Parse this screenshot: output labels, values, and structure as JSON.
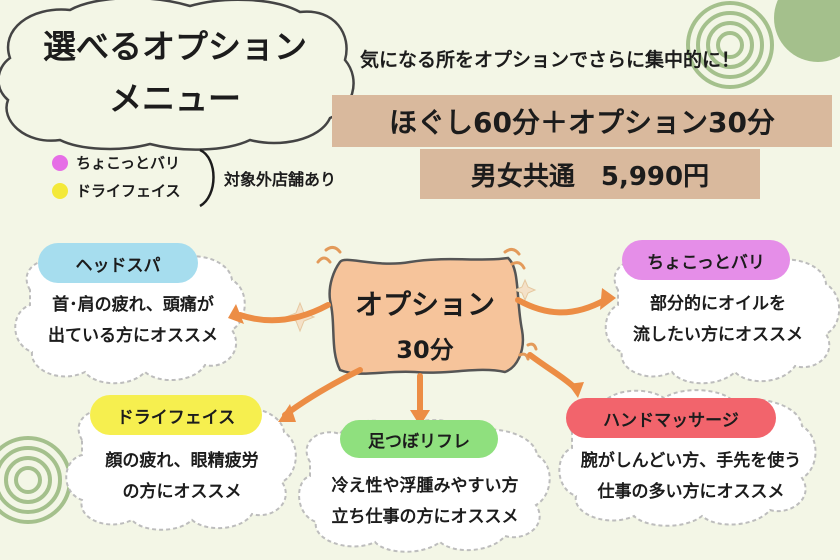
{
  "title_cloud": {
    "line1": "選べるオプション",
    "line2": "メニュー"
  },
  "tagline": "気になる所をオプションでさらに集中的に！",
  "price_banner": {
    "main": "ほぐし60分＋オプション30分",
    "sub": "男女共通　5,990円"
  },
  "exclusion_note": {
    "items": [
      {
        "label": "ちょこっとバリ",
        "dot_color": "#e66ee6"
      },
      {
        "label": "ドライフェイス",
        "dot_color": "#f3e93a"
      }
    ],
    "text": "対象外店舗あり"
  },
  "center": {
    "line1": "オプション",
    "line2": "30分"
  },
  "options": [
    {
      "name": "ヘッドスパ",
      "line1": "首･肩の疲れ、頭痛が",
      "line2": "出ている方にオススメ",
      "color": "#a6ddee"
    },
    {
      "name": "ちょこっとバリ",
      "line1": "部分的にオイルを",
      "line2": "流したい方にオススメ",
      "color": "#e58ee8"
    },
    {
      "name": "ドライフェイス",
      "line1": "顔の疲れ、眼精疲労",
      "line2": "の方にオススメ",
      "color": "#f6ef4f"
    },
    {
      "name": "足つぼリフレ",
      "line1": "冷え性や浮腫みやすい方",
      "line2": "立ち仕事の方にオススメ",
      "color": "#8fe07e"
    },
    {
      "name": "ハンドマッサージ",
      "line1": "腕がしんどい方、手先を使う",
      "line2": "仕事の多い方にオススメ",
      "color": "#f2646c"
    }
  ]
}
